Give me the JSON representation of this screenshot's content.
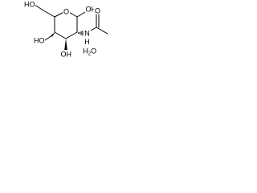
{
  "molecule": {
    "atom_labels": {
      "ring_oxygen": "O",
      "c6_hydroxyl": "HO",
      "anomeric_hydroxyl": "OH",
      "amide_nitrogen": "N",
      "amide_hydrogen": "H",
      "carbonyl_oxygen": "O",
      "c4_hydroxyl": "HO",
      "c3_hydroxyl": "OH"
    },
    "water": {
      "label": "H",
      "subscript": "2",
      "oxygen": "O"
    }
  }
}
